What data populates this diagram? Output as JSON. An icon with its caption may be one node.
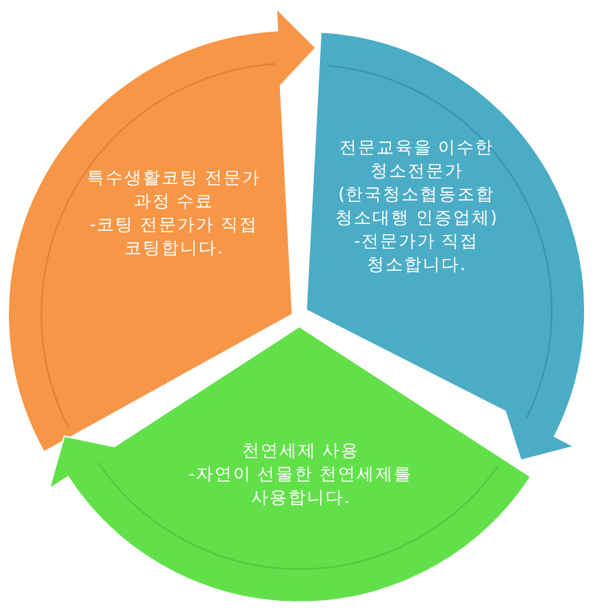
{
  "diagram": {
    "nodes": [
      {
        "text": [
          "특수생활코팅 전문가 과정 수료",
          "-코팅 전문가가 직접 코팅합니다."
        ]
      },
      {
        "text": [
          "전문교육을 이수한 청소전문가(한국청소협동조합 청소대행 인증업체)",
          "-전문가가 직접 청소합니다."
        ]
      },
      {
        "text": [
          "천연세제 사용",
          "-자연이 선물한 천연세제를 사용합니다."
        ]
      }
    ]
  }
}
